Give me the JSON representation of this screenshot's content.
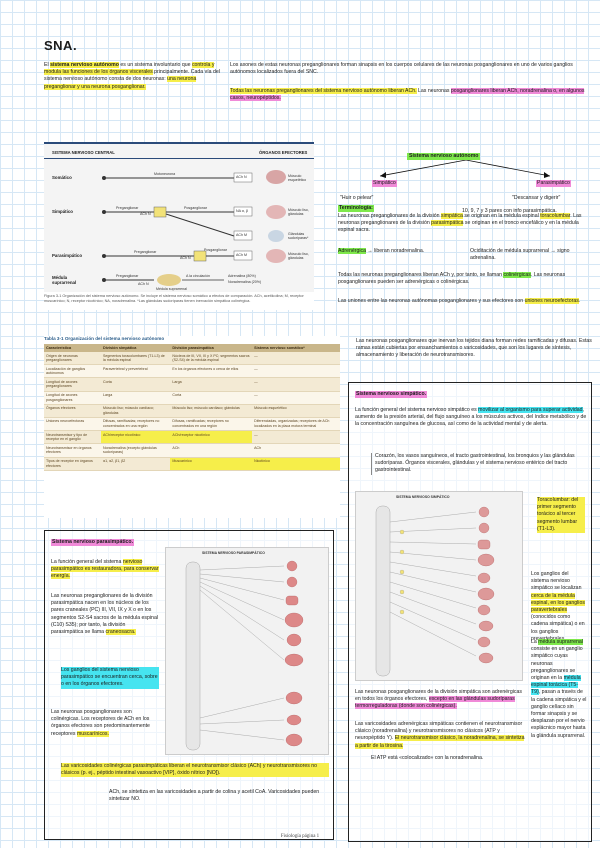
{
  "page_title": "SNA.",
  "intro": {
    "p1_pre": "El ",
    "p1_hl": "sistema nervioso autónomo",
    "p1_mid": " es un sistema involuntario que ",
    "p1_hl2": "controla y modula las funciones de los órganos viscerales",
    "p1_mid2": " principalmente. Cada vía del sistema nervioso autónomo consta de dos neuronas: ",
    "p1_hl3": "una neurona preganglionar y una neurona posganglionar.",
    "p2": "Los axones de estas neuronas preganglionares forman sinapsis en los cuerpos celulares de las neuronas posganglionares en uno de varios ganglios autónomos localizados fuera del SNC.",
    "p3_hl": "Todas las neuronas preganglionares del sistema nervioso autónomo liberan ACh.",
    "p3_mid": " Las neuronas ",
    "p3_hl2": "posganglionares liberan ACh, noradrenalina o, en algunos casos, neuropéptidos."
  },
  "fig1": {
    "header_left": "SISTEMA NERVIOSO CENTRAL",
    "header_right": "ÓRGANOS EFECTORES",
    "rows": [
      {
        "label": "Somático",
        "nerve": "Motoneurona",
        "nt": "ACh",
        "rec": "N",
        "effector": "Músculo esquelético"
      },
      {
        "label": "Simpático",
        "nerve": "Preganglionar",
        "nt": "ACh",
        "rec": "N",
        "nerve2": "Posganglionar",
        "nt2": "NA",
        "rec2": "α, β",
        "effector": "Músculo liso, glándulas",
        "extra_nt": "ACh",
        "extra_rec": "M",
        "extra_eff": "Glándulas sudoríparas*"
      },
      {
        "label": "Parasimpático",
        "nerve": "Preganglionar",
        "nt": "ACh",
        "rec": "N",
        "nerve2": "Posganglionar",
        "nt2": "ACh",
        "rec2": "M",
        "effector": "Músculo liso, glándulas"
      },
      {
        "label": "Médula suprarrenal",
        "nerve": "Preganglionar",
        "nt": "ACh",
        "rec": "N",
        "sub": "Médula suprarrenal",
        "out": "A la circulación",
        "out1": "Adrenalina (80%)",
        "out2": "Noradrenalina (20%)"
      }
    ],
    "caption": "Figura 3-1  Organización del sistema nervioso autónomo. Se incluye el sistema nervioso somático a efectos de comparación. ACh, acetilcolina; M, receptor muscarínico; N, receptor nicotínico; NA, noradrenalina. *Las glándulas sudoríparas tienen inervación simpática colinérgica."
  },
  "diagram": {
    "root": "Sistema nervioso autónomo",
    "left": "Simpático",
    "right": "Parasimpático",
    "left_quote": "\"Huir o pelear\"",
    "right_quote": "\"Descansar y digerir\"",
    "pares": "10, 9, 7 y 3 pares con info parasimpática."
  },
  "terminologia": {
    "title": "Terminología:",
    "p1_pre": "Las neuronas preganglionares de la división ",
    "p1_hl": "simpática",
    "p1_mid": " se originan en la médula espinal ",
    "p1_hl2": "toracolumbar",
    "p1_mid2": ". Las neuronas preganglionares de la división ",
    "p1_hl3": "parasimpática",
    "p1_end": " se originan en el tronco encefálico y en la médula espinal sacra.",
    "adr_hl": "Adrenérgica",
    "adr_text": " →  liberan noradrenalina.",
    "orig": "Ociditación de médula suprarrenal → signo adrenalina.",
    "p2_pre": "Todas las neuronas preganglionares liberan ACh y, por tanto, se llaman ",
    "p2_hl": "colinérgicas",
    "p2_end": ". Las neuronas posganglionares pueden ser adrenérgicas o colinérgicas.",
    "p3_pre": "Las uniones entre las neuronas autónomas posganglionares y sus efectores son ",
    "p3_hl": "uniones neuroefectoras",
    "p3_end": ".",
    "p4": "Las neuronas posganglionares que inervan los tejidos diana forman redes ramificadas y difusas. Estas ramas están cubiertas por ensanchamientos o varicosidades, que son los lugares de síntesis, almacenamiento y liberación de neurotransmisores."
  },
  "table": {
    "title": "Tabla 3-1  Organización del sistema nervioso autónomo",
    "headers": [
      "Característica",
      "División simpática",
      "División parasimpática",
      "Sistema nervioso somático*"
    ],
    "rows": [
      [
        "Origen de neuronas preganglionares",
        "Segmentos toracolumbares (T1-L3) de la médula espinal",
        "Núcleos de III, VII, IX y X PC; segmentos sacros (S2-S4) de la médula espinal",
        "—"
      ],
      [
        "Localización de ganglios autónomos",
        "Paravertebral y prevertebral",
        "En los órganos efectores o cerca de ellos",
        "—"
      ],
      [
        "Longitud de axones preganglionares",
        "Corta",
        "Larga",
        "—"
      ],
      [
        "Longitud de axones posganglionares",
        "Larga",
        "Corta",
        "—"
      ],
      [
        "Órganos efectores",
        "Músculo liso; músculo cardíaco; glándulas",
        "Músculo liso; músculo cardíaco; glándulas",
        "Músculo esquelético"
      ],
      [
        "Uniones neuroefectoras",
        "Difusas, ramificadas; receptores no concentrados en una región",
        "Difusas, ramificadas; receptores no concentrados en una región",
        "Diferenciadas, organizadas; receptores de ACh localizados en la placa motora terminal"
      ],
      [
        "Neurotransmisor y tipo de receptor en el ganglio",
        "ACh/receptor nicotínico",
        "ACh/receptor nicotínico",
        "—"
      ],
      [
        "Neurotransmisor en órganos efectores",
        "Noradrenalina (excepto glándulas sudoríparas)",
        "ACh",
        "ACh"
      ],
      [
        "Tipos de receptor en órganos efectores",
        "α1, α2, β1, β2",
        "Muscarínico",
        "Nicotínico"
      ]
    ]
  },
  "simpatico": {
    "title": "Sistema nervioso simpático.",
    "p1_pre": "La función general del sistema nervioso simpático es ",
    "p1_hl": "movilizar al organismo para superar actividad",
    "p1_end": ", aumento de la presión arterial, del flujo sanguíneo a los músculos activos, del índice metabólico y de la concentración sanguínea de glucosa, así como de la actividad mental y de alerta.",
    "p2": "Corazón, los vasos sanguíneos, el tracto gastrointestinal, los bronquios y las glándulas sudoríparas. Órganos viscerales, glándulas y el sistema nervioso entérico del tracto gastrointestinal.",
    "figure_title": "SISTEMA NERVIOSO SIMPÁTICO",
    "side1_hl": "Toracolumbar: del primer segmento torácico al tercer segmento lumbar (T1-L3).",
    "side2": "Los ganglios del sistema nervioso simpático se localizan ",
    "side2_hl": "cerca de la médula espinal, en los ganglios paravertebrales",
    "side2_end": " (conocidos como cadena simpática) o en los ganglios prevertebrales.",
    "side3_pre": "La ",
    "side3_hl": "médula suprarrenal",
    "side3_end": " consiste en un ganglio simpático cuyas neuronas preganglionares se originan en la ",
    "side3_hl2": "médula espinal torácica (T5-T9)",
    "side3_end2": ", pasan a través de la cadena simpática y el ganglio celíaco sin formar sinapsis y se desplazan por el nervio esplácnico mayor hasta la glándula suprarrenal.",
    "p3_pre": "Las neuronas posganglionares de la división simpática son adrenérgicas en todos los órganos efectores, ",
    "p3_hl": "excepto en las glándulas sudoríparas termorreguladoras (donde son colinérgicas).",
    "p4_pre": "Las varicosidades adrenérgicas simpáticas contienen el neurotransmisor clásico (noradrenalina) y neurotransmisores no clásicos (ATP y neuropéptido Y). ",
    "p4_hl": "El neurotransmisor clásico, la noradrenalina, se sintetiza a partir de la tirosina.",
    "p5": "El ATP está «colocalizado» con la noradrenalina."
  },
  "parasimpatico": {
    "title": "Sistema nervioso parasimpático.",
    "figure_title": "SISTEMA NERVIOSO PARASIMPÁTICO",
    "p1_pre": "La función general del sistema ",
    "p1_hl": "nervioso parasimpático es restauradora, para conservar energía.",
    "p2_pre": "Las neuronas preganglionares de la división parasimpática nacen en los núcleos de los pares craneales (PC) III, VII, IX y X o en los segmentos S2-S4 sacros de la médula espinal (C10) S35); por tanto, la división parasimpática se llama ",
    "p2_hl": "craneosacra.",
    "p3_hl": "Los ganglios del sistema nervioso parasimpático se encuentran cerca, sobre o en los órganos efectores.",
    "p4_pre": "Las neuronas posganglionares son colinérgicas. Los receptores de ACh en los órganos efectores son predominantemente receptores ",
    "p4_hl": "muscarínicos.",
    "p5_hl": "Las varicosidades colinérgicas parasimpáticas liberan el neurotransmisor clásico (ACh) y neurotransmisores no clásicos (p. ej., péptido intestinal vasoactivo [VIP], óxido nítrico [NO]).",
    "p6": "ACh, se sintetiza en las varicosidades a partir de colina y acetil CoA. Varicosidades pueden sintetizar NO."
  },
  "footer": "Fisiología página 1",
  "colors": {
    "yellow": "#f6ee4a",
    "cyan": "#46e4f0",
    "pink": "#f08ad8",
    "green": "#7ee84b"
  }
}
